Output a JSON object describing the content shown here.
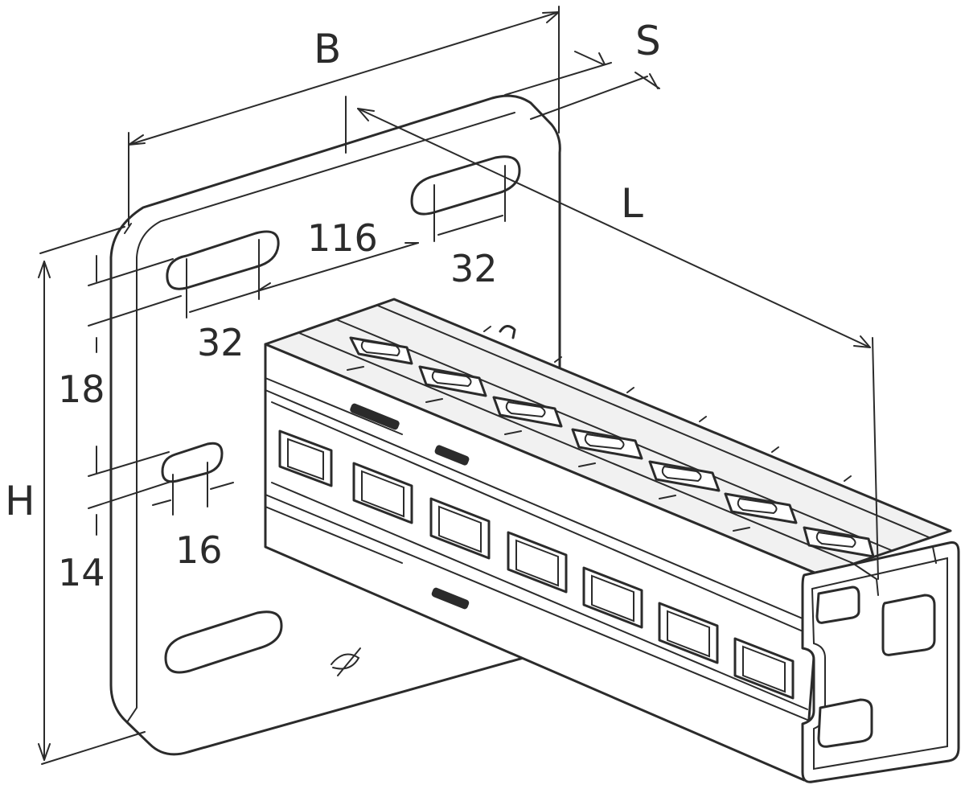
{
  "dimensions": {
    "B": "B",
    "S": "S",
    "L": "L",
    "H": "H",
    "slot_spacing": "116",
    "slot_length_right": "32",
    "slot_length_left": "32",
    "top_offset": "18",
    "lower_offset": "14",
    "hole_width": "16"
  }
}
